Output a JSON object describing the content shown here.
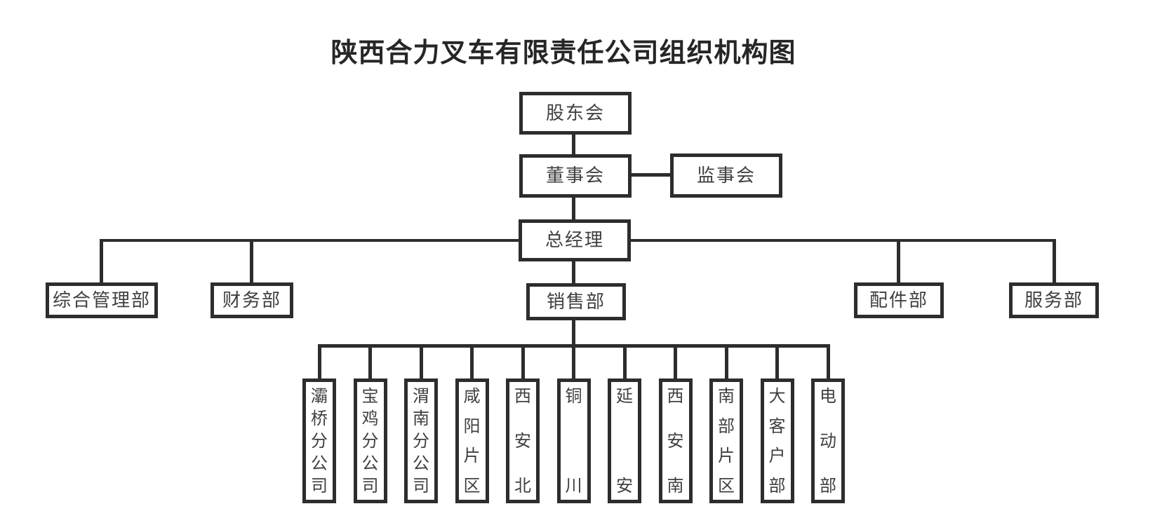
{
  "title": "陕西合力叉车有限责任公司组织机构图",
  "colors": {
    "line": "#2d2d2d",
    "node_text": "#3f3f3f",
    "title_text": "#262626",
    "background": "#ffffff"
  },
  "nodes": {
    "shareholders": "股东会",
    "board": "董事会",
    "supervisory": "监事会",
    "general_manager": "总经理",
    "admin_dept": "综合管理部",
    "finance_dept": "财务部",
    "sales_dept": "销售部",
    "parts_dept": "配件部",
    "service_dept": "服务部"
  },
  "sales_units": [
    "灞桥分公司",
    "宝鸡分公司",
    "渭南分公司",
    "咸阳片区",
    "西安北",
    "铜川",
    "延安",
    "西安南",
    "南部片区",
    "大客户部",
    "电动部"
  ]
}
